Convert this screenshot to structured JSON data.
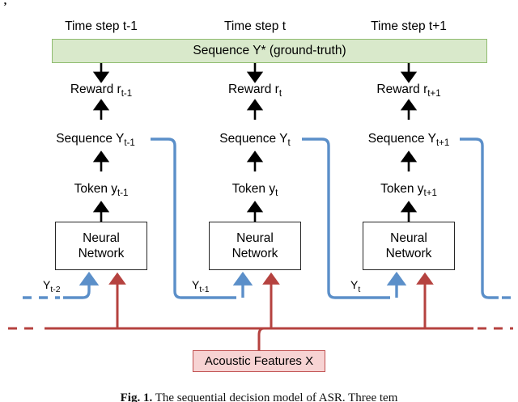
{
  "figure": {
    "stray_mark": "’",
    "caption_label": "Fig. 1.",
    "caption_text": "The sequential decision model of ASR. Three tem"
  },
  "colors": {
    "ground_truth_fill": "#d9e9cb",
    "ground_truth_border": "#8fbc6f",
    "acoustic_fill": "#f7d3d3",
    "acoustic_border": "#c05050",
    "sequence_feedback_blue": "#5b8fc9",
    "acoustic_feed_red": "#b5423f",
    "arrow_black": "#000000",
    "box_border_black": "#262626"
  },
  "time_steps": [
    {
      "label": "Time step t-1"
    },
    {
      "label": "Time step t"
    },
    {
      "label": "Time step t+1"
    }
  ],
  "ground_truth": {
    "label": "Sequence Y* (ground-truth)"
  },
  "columns": [
    {
      "id": "t-minus-1",
      "reward": {
        "text": "Reward r",
        "sub": "t-1"
      },
      "sequence": {
        "text": "Sequence Y",
        "sub": "t-1"
      },
      "token": {
        "text": "Token y",
        "sub": "t-1"
      },
      "network": {
        "line1": "Neural",
        "line2": "Network"
      },
      "prev_sequence_tag": {
        "text": "Y",
        "sub": "t-2"
      }
    },
    {
      "id": "t",
      "reward": {
        "text": "Reward r",
        "sub": "t"
      },
      "sequence": {
        "text": "Sequence Y",
        "sub": "t"
      },
      "token": {
        "text": "Token y",
        "sub": "t"
      },
      "network": {
        "line1": "Neural",
        "line2": "Network"
      },
      "prev_sequence_tag": {
        "text": "Y",
        "sub": "t-1"
      }
    },
    {
      "id": "t-plus-1",
      "reward": {
        "text": "Reward r",
        "sub": "t+1"
      },
      "sequence": {
        "text": "Sequence Y",
        "sub": "t+1"
      },
      "token": {
        "text": "Token y",
        "sub": "t+1"
      },
      "network": {
        "line1": "Neural",
        "line2": "Network"
      },
      "prev_sequence_tag": {
        "text": "Y",
        "sub": "t"
      }
    }
  ],
  "acoustic": {
    "label": "Acoustic Features X"
  }
}
